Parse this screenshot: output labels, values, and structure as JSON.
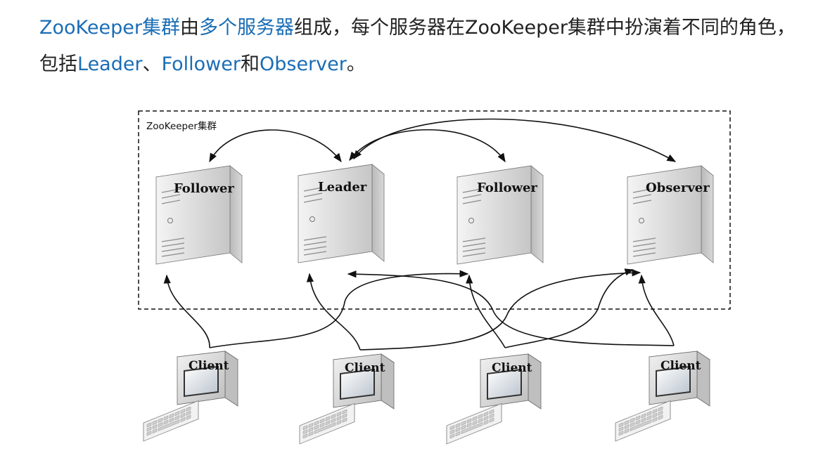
{
  "intro": {
    "part1_hl": "ZooKeeper集群",
    "part2": "由",
    "part3_hl": "多个服务器",
    "part4": "组成，每个服务器在ZooKeeper集群中扮演着不同的角色，包括",
    "part5_hl": "Leader",
    "part6": "、",
    "part7_hl": "Follower",
    "part8": "和",
    "part9_hl": "Observer",
    "part10": "。"
  },
  "diagram": {
    "cluster_label": "ZooKeeper集群",
    "servers": [
      {
        "label": "Follower"
      },
      {
        "label": "Leader"
      },
      {
        "label": "Follower"
      },
      {
        "label": "Observer"
      }
    ],
    "clients": [
      {
        "label": "Client"
      },
      {
        "label": "Client"
      },
      {
        "label": "Client"
      },
      {
        "label": "Client"
      }
    ]
  },
  "colors": {
    "highlight": "#1a6db5",
    "text": "#222222"
  }
}
